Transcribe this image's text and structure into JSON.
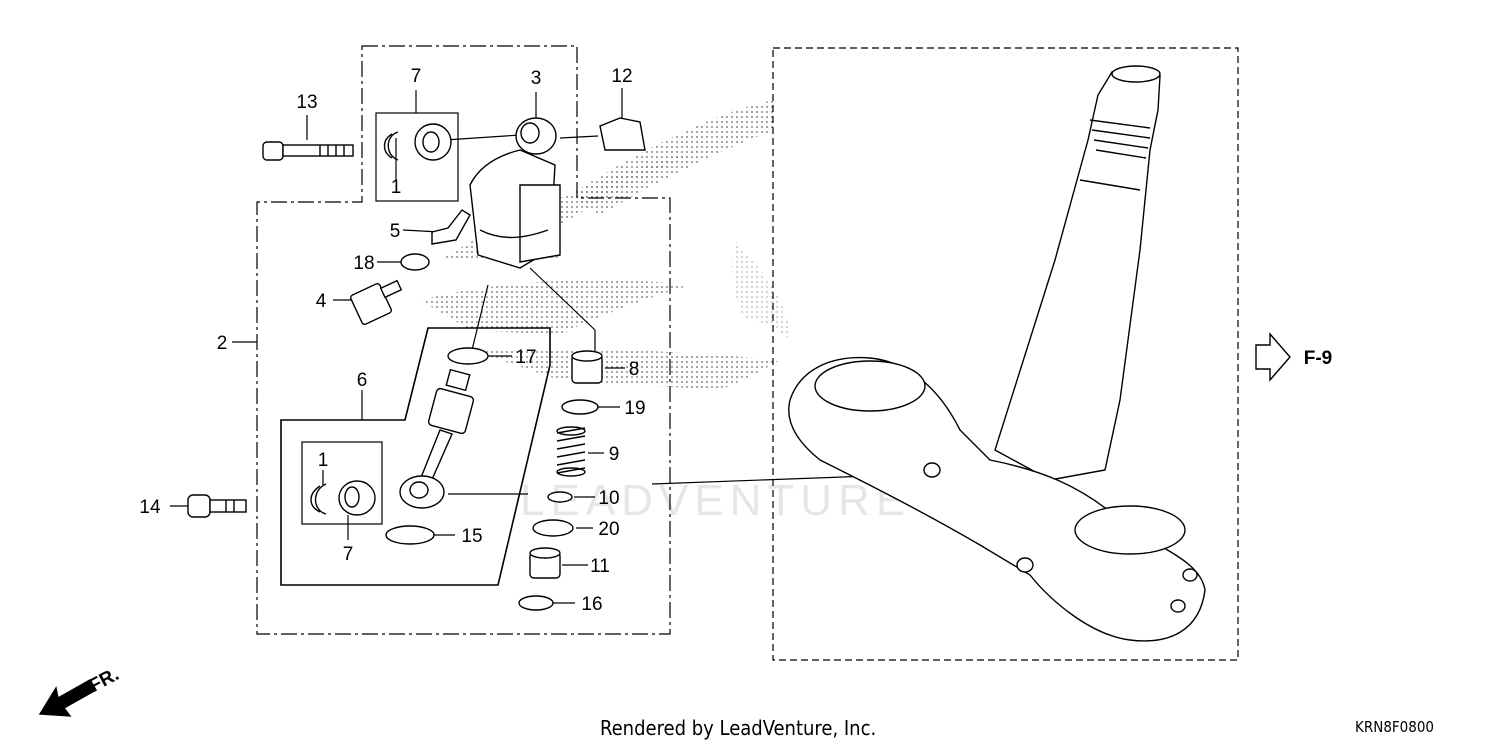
{
  "callouts": {
    "p1a": "1",
    "p1b": "1",
    "p2": "2",
    "p3": "3",
    "p4": "4",
    "p5": "5",
    "p6": "6",
    "p7a": "7",
    "p7b": "7",
    "p8": "8",
    "p9": "9",
    "p10": "10",
    "p11": "11",
    "p12": "12",
    "p13": "13",
    "p14": "14",
    "p15": "15",
    "p16": "16",
    "p17": "17",
    "p18": "18",
    "p19": "19",
    "p20": "20"
  },
  "cross_reference": "F-9",
  "direction_label": "FR.",
  "footer": {
    "credit": "Rendered by LeadVenture, Inc.",
    "code": "KRN8F0800"
  },
  "watermark": "LEADVENTURE",
  "colors": {
    "line": "#000000",
    "watermark": "#e6e6e6",
    "background": "#ffffff"
  }
}
